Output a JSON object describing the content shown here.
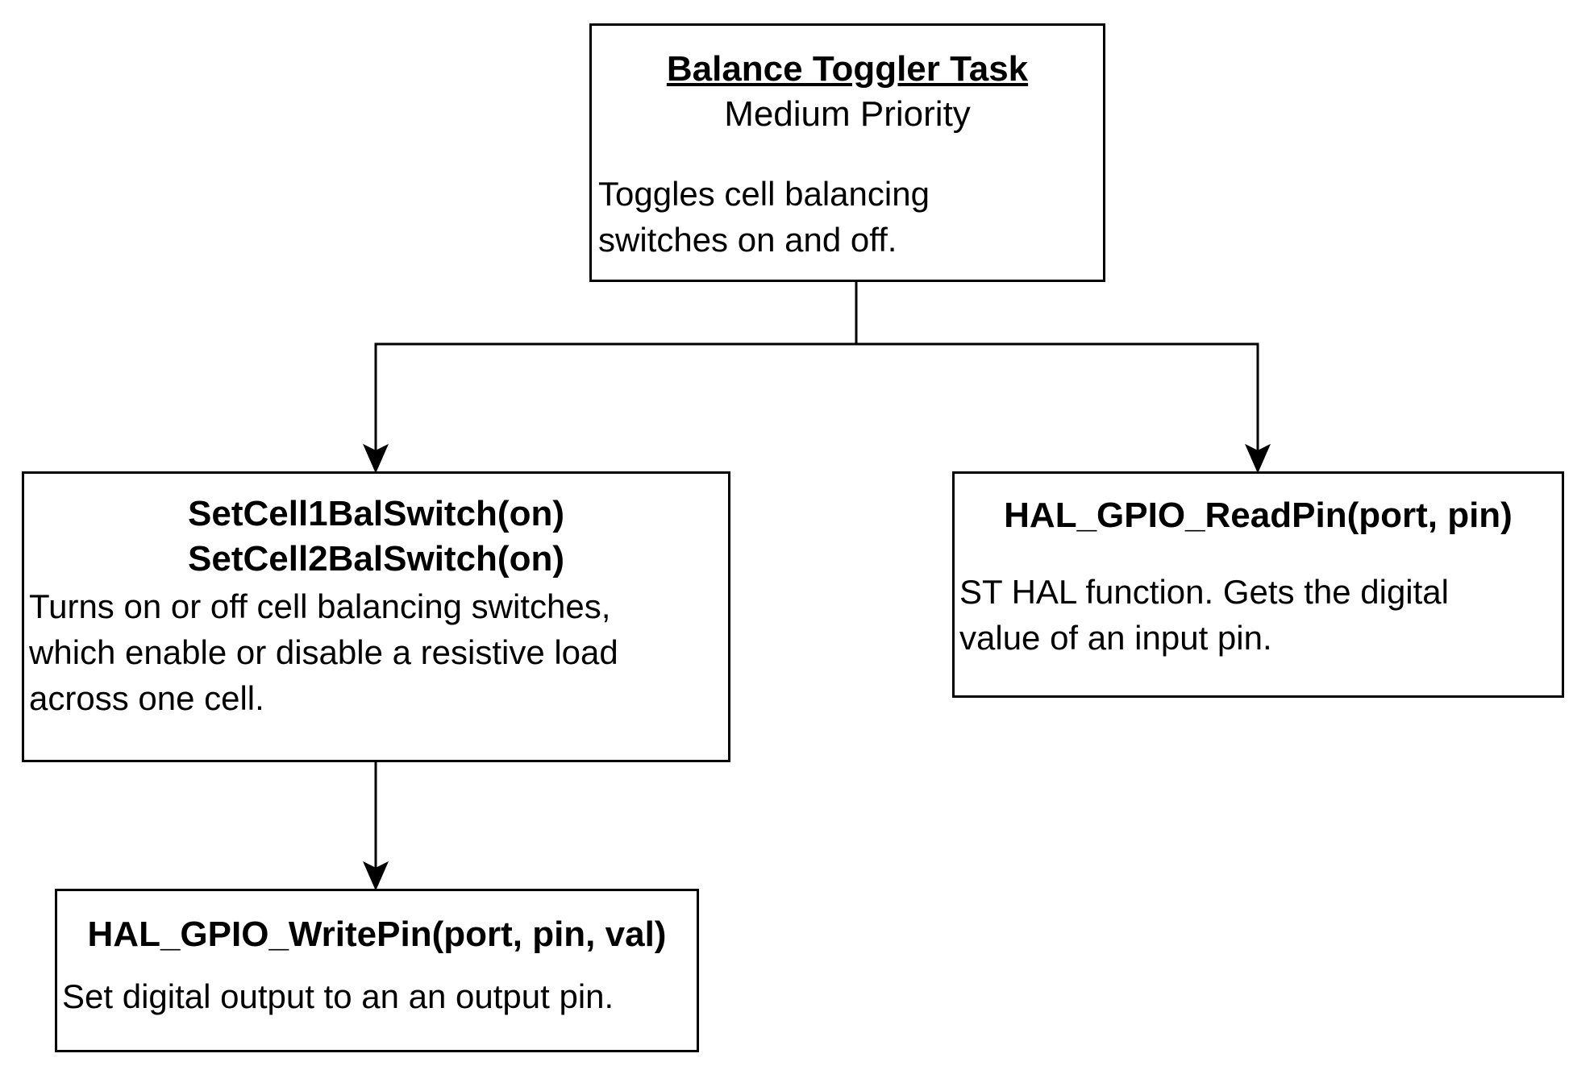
{
  "nodes": {
    "task": {
      "title": "Balance Toggler Task",
      "subtitle": "Medium Priority",
      "description_lines": [
        "Toggles cell balancing",
        "switches on and off."
      ]
    },
    "setcell": {
      "title_lines": [
        "SetCell1BalSwitch(on)",
        "SetCell2BalSwitch(on)"
      ],
      "description_lines": [
        "Turns on or off cell balancing switches,",
        "which enable or disable a resistive load",
        "across one cell."
      ]
    },
    "readpin": {
      "title": "HAL_GPIO_ReadPin(port, pin)",
      "description_lines": [
        "ST HAL function. Gets the digital",
        "value of an input pin."
      ]
    },
    "writepin": {
      "title": "HAL_GPIO_WritePin(port, pin, val)",
      "description": "Set digital output to an an output pin."
    }
  },
  "edges": [
    {
      "from": "Balance Toggler Task",
      "to": "SetCell1BalSwitch(on) / SetCell2BalSwitch(on)"
    },
    {
      "from": "Balance Toggler Task",
      "to": "HAL_GPIO_ReadPin(port, pin)"
    },
    {
      "from": "SetCell1BalSwitch(on) / SetCell2BalSwitch(on)",
      "to": "HAL_GPIO_WritePin(port, pin, val)"
    }
  ],
  "colors": {
    "stroke": "#000000",
    "background": "#ffffff",
    "text": "#000000"
  }
}
